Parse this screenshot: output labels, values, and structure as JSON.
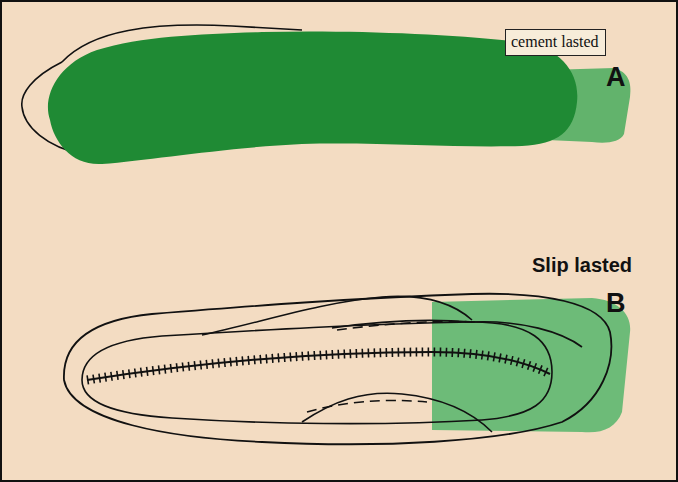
{
  "diagram": {
    "nodes": [
      {
        "text": [
          "cement lasted"
        ]
      }
    ],
    "labels": [
      "A",
      "Slip lasted",
      "B"
    ]
  }
}
